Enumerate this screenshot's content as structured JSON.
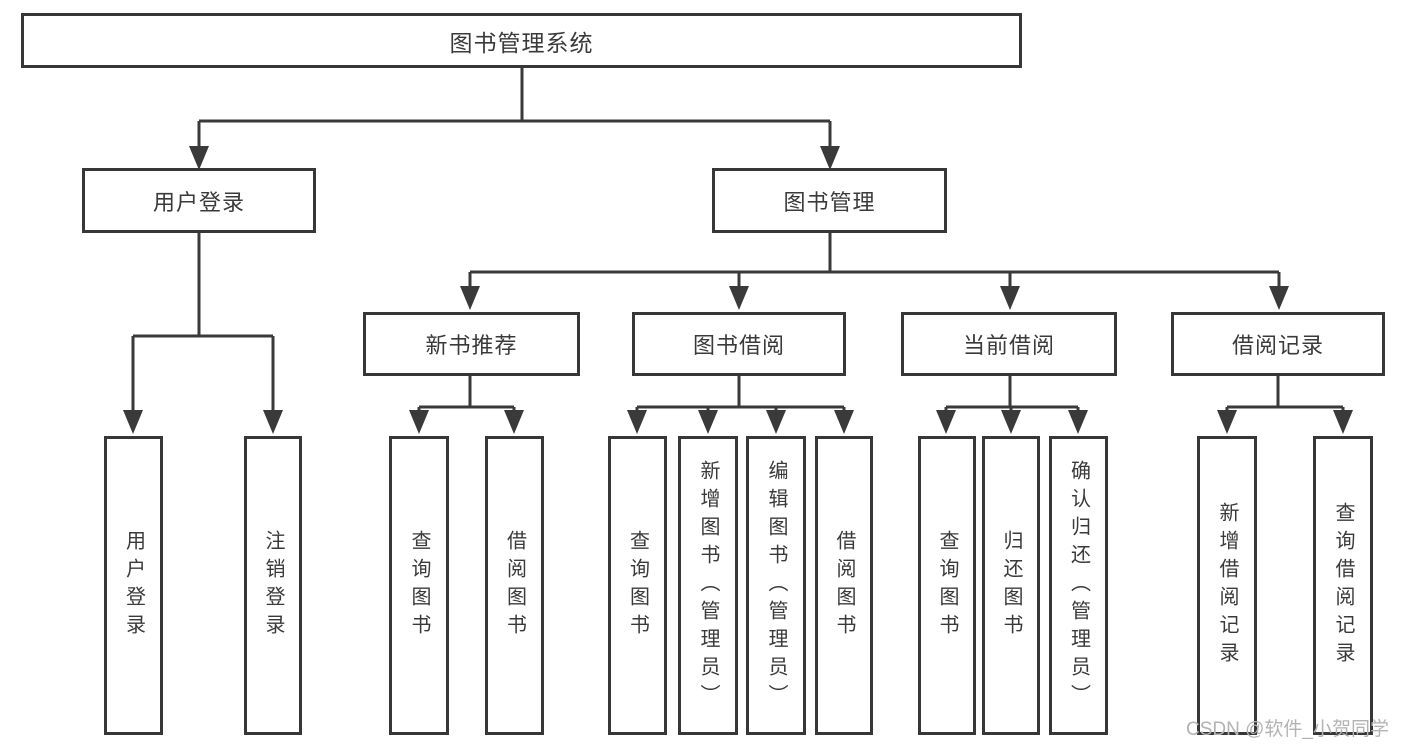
{
  "diagram": {
    "watermark": "CSDN @软件_小贺同学",
    "colors": {
      "line": "#3a3a3a",
      "box_border": "#373737",
      "text": "#3a3a3a",
      "watermark": "#b3b3b3",
      "background": "#ffffff"
    },
    "tree": {
      "label": "图书管理系统",
      "children": [
        {
          "label": "用户登录",
          "children": [
            {
              "label": "用户登录"
            },
            {
              "label": "注销登录"
            }
          ]
        },
        {
          "label": "图书管理",
          "children": [
            {
              "label": "新书推荐",
              "children": [
                {
                  "label": "查询图书"
                },
                {
                  "label": "借阅图书"
                }
              ]
            },
            {
              "label": "图书借阅",
              "children": [
                {
                  "label": "查询图书"
                },
                {
                  "label": "新增图书（管理员）"
                },
                {
                  "label": "编辑图书（管理员）"
                },
                {
                  "label": "借阅图书"
                }
              ]
            },
            {
              "label": "当前借阅",
              "children": [
                {
                  "label": "查询图书"
                },
                {
                  "label": "归还图书"
                },
                {
                  "label": "确认归还（管理员）"
                }
              ]
            },
            {
              "label": "借阅记录",
              "children": [
                {
                  "label": "新增借阅记录"
                },
                {
                  "label": "查询借阅记录"
                }
              ]
            }
          ]
        }
      ]
    }
  }
}
